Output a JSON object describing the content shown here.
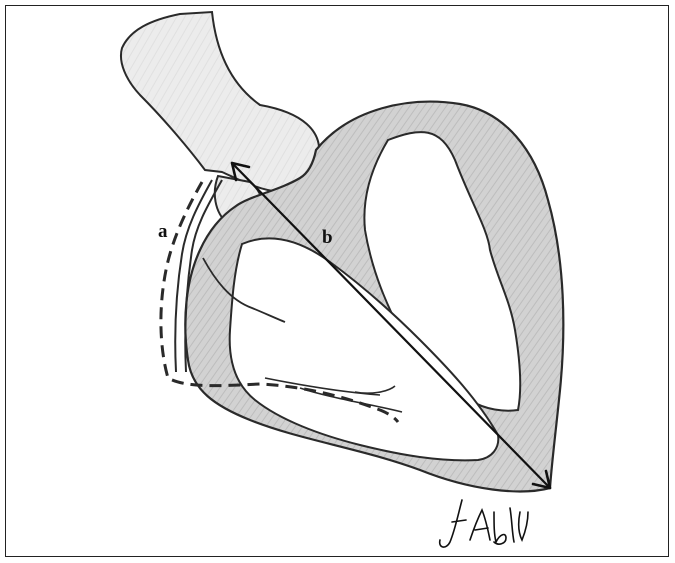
{
  "figure": {
    "label_a": "a",
    "label_b": "b",
    "signature_text": "J. Abdi",
    "colors": {
      "wall_fill": "#cfcfcf",
      "outline": "#2a2a2a",
      "arrow": "#111111",
      "background": "#ffffff"
    }
  }
}
